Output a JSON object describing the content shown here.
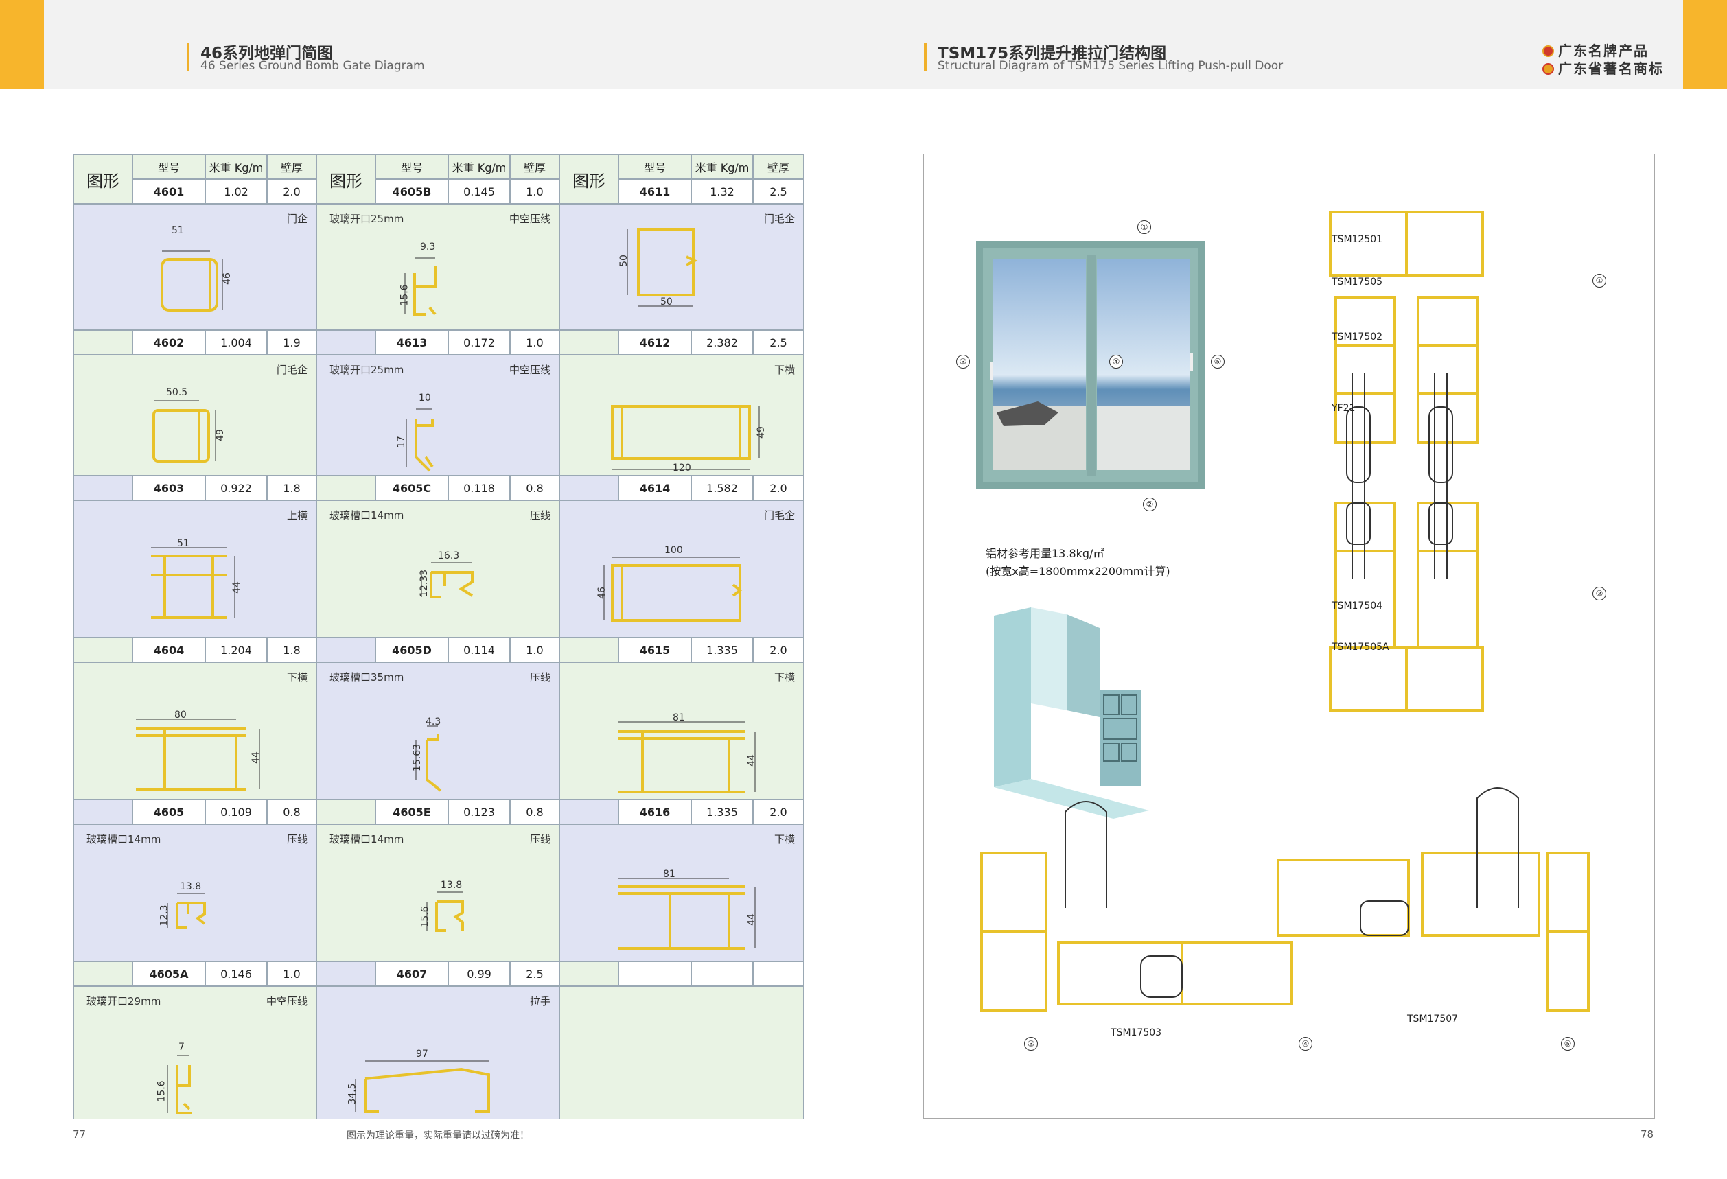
{
  "header": {
    "left_title": "46系列地弹门简图",
    "left_subtitle": "46 Series Ground Bomb Gate Diagram",
    "right_title": "TSM175系列提升推拉门结构图",
    "right_subtitle": "Structural Diagram of TSM175 Series Lifting Push-pull Door",
    "brand_1": "广东名牌产品",
    "brand_2": "广东省著名商标"
  },
  "table": {
    "h_figure": "图形",
    "h_model": "型号",
    "h_weight": "米重 Kg/m",
    "h_wall": "壁厚",
    "rows": [
      [
        {
          "model": "4601",
          "weight": "1.02",
          "wall": "2.0",
          "name": "门企",
          "dims": [
            "51",
            "46"
          ]
        },
        {
          "model": "4605B",
          "weight": "0.145",
          "wall": "1.0",
          "name": "中空压线",
          "note": "玻璃开口25mm",
          "dims": [
            "9.3",
            "15.6"
          ]
        },
        {
          "model": "4611",
          "weight": "1.32",
          "wall": "2.5",
          "name": "门毛企",
          "dims": [
            "50",
            "50"
          ]
        }
      ],
      [
        {
          "model": "4602",
          "weight": "1.004",
          "wall": "1.9",
          "name": "门毛企",
          "dims": [
            "50.5",
            "49"
          ]
        },
        {
          "model": "4613",
          "weight": "0.172",
          "wall": "1.0",
          "name": "中空压线",
          "note": "玻璃开口25mm",
          "dims": [
            "10",
            "17"
          ]
        },
        {
          "model": "4612",
          "weight": "2.382",
          "wall": "2.5",
          "name": "下横",
          "dims": [
            "120",
            "49"
          ]
        }
      ],
      [
        {
          "model": "4603",
          "weight": "0.922",
          "wall": "1.8",
          "name": "上横",
          "dims": [
            "51",
            "44"
          ]
        },
        {
          "model": "4605C",
          "weight": "0.118",
          "wall": "0.8",
          "name": "压线",
          "note": "玻璃槽口14mm",
          "dims": [
            "16.3",
            "12.33"
          ]
        },
        {
          "model": "4614",
          "weight": "1.582",
          "wall": "2.0",
          "name": "门毛企",
          "dims": [
            "100",
            "46"
          ]
        }
      ],
      [
        {
          "model": "4604",
          "weight": "1.204",
          "wall": "1.8",
          "name": "下横",
          "dims": [
            "80",
            "44"
          ]
        },
        {
          "model": "4605D",
          "weight": "0.114",
          "wall": "1.0",
          "name": "压线",
          "note": "玻璃槽口35mm",
          "dims": [
            "4.3",
            "15.63"
          ]
        },
        {
          "model": "4615",
          "weight": "1.335",
          "wall": "2.0",
          "name": "下横",
          "dims": [
            "81",
            "44"
          ]
        }
      ],
      [
        {
          "model": "4605",
          "weight": "0.109",
          "wall": "0.8",
          "name": "压线",
          "note": "玻璃槽口14mm",
          "dims": [
            "13.8",
            "12.3"
          ]
        },
        {
          "model": "4605E",
          "weight": "0.123",
          "wall": "0.8",
          "name": "压线",
          "note": "玻璃槽口14mm",
          "dims": [
            "13.8",
            "15.6"
          ]
        },
        {
          "model": "4616",
          "weight": "1.335",
          "wall": "2.0",
          "name": "下横",
          "dims": [
            "81",
            "44"
          ]
        }
      ],
      [
        {
          "model": "4605A",
          "weight": "0.146",
          "wall": "1.0",
          "name": "中空压线",
          "note": "玻璃开口29mm",
          "dims": [
            "7",
            "15.6"
          ]
        },
        {
          "model": "4607",
          "weight": "0.99",
          "wall": "2.5",
          "name": "拉手",
          "dims": [
            "97",
            "34.5"
          ]
        },
        {
          "model": "",
          "weight": "",
          "wall": "",
          "name": ""
        }
      ]
    ]
  },
  "footer": {
    "page_left": "77",
    "page_right": "78",
    "note": "图示为理论重量，实际重量请以过磅为准！"
  },
  "right": {
    "usage_line1": "铝材参考用量13.8kg/㎡",
    "usage_line2": "(按宽x高=1800mmx2200mm计算)",
    "labels": [
      "TSM12501",
      "TSM17505",
      "TSM17502",
      "YF21",
      "TSM17504",
      "TSM17505A",
      "TSM17503",
      "TSM17507"
    ],
    "markers": [
      "①",
      "②",
      "③",
      "④",
      "⑤"
    ]
  },
  "colors": {
    "accent_yellow": "#f7b52c",
    "profile_yellow": "#e8c22a",
    "cell_green": "#e9f3e4",
    "cell_blue": "#e0e3f3"
  }
}
